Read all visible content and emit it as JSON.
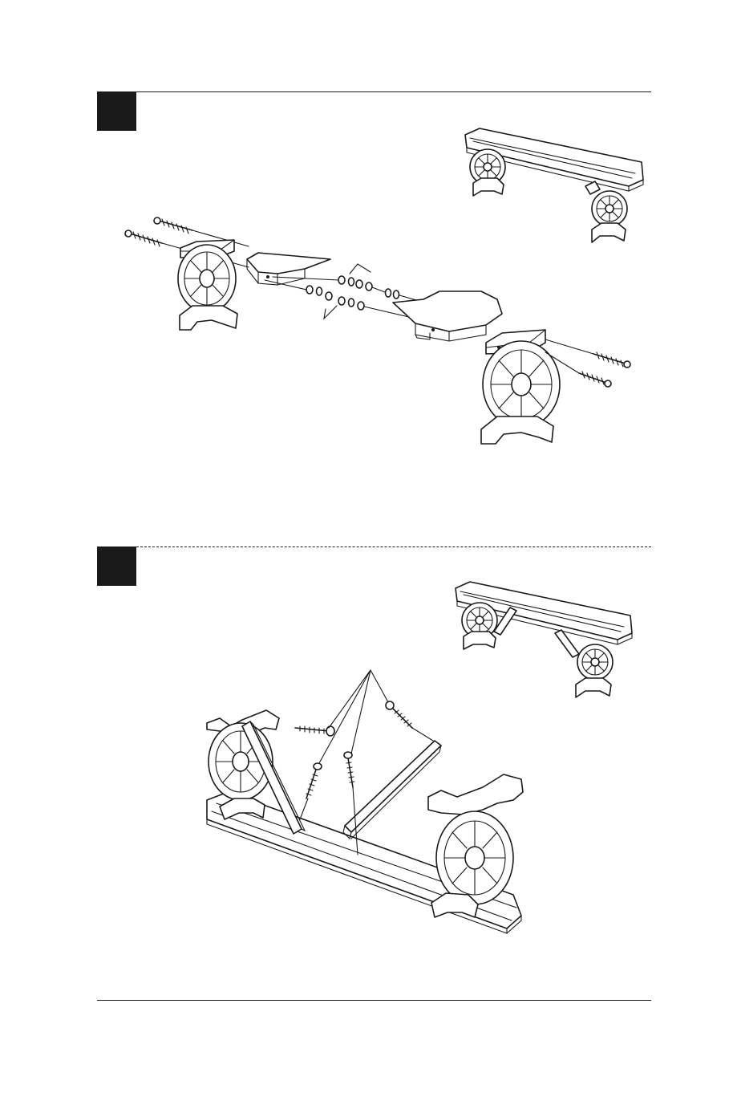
{
  "page": {
    "background": "#ffffff",
    "ink": "#1a1a1a"
  },
  "steps": [
    {
      "marker_style": "solid-black-square",
      "divider": "solid",
      "illustrations": [
        "bench-preview-icon",
        "exploded-leg-and-seat-bolts-icon"
      ]
    },
    {
      "marker_style": "solid-black-square",
      "divider": "dashed",
      "illustrations": [
        "bench-with-braces-preview-icon",
        "upside-down-brace-screws-icon"
      ]
    }
  ]
}
